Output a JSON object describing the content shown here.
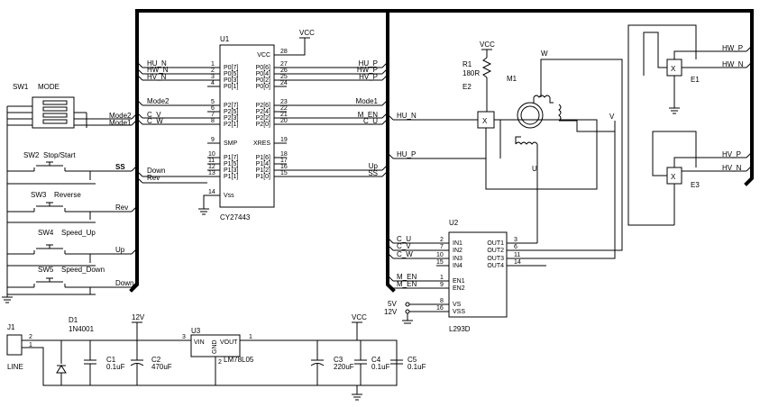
{
  "u1": {
    "ref": "U1",
    "part": "CY27443",
    "pins_left": [
      {
        "num": "1",
        "name": "P0[7]"
      },
      {
        "num": "2",
        "name": "P0[5]"
      },
      {
        "num": "3",
        "name": "P0[3]"
      },
      {
        "num": "4",
        "name": "P0[1]"
      },
      {
        "num": "5",
        "name": "P2[7]"
      },
      {
        "num": "6",
        "name": "P2[5]"
      },
      {
        "num": "7",
        "name": "P2[3]"
      },
      {
        "num": "8",
        "name": "P2[1]"
      },
      {
        "num": "9",
        "name": "SMP"
      },
      {
        "num": "10",
        "name": "P1[7]"
      },
      {
        "num": "11",
        "name": "P1[5]"
      },
      {
        "num": "12",
        "name": "P1[3]"
      },
      {
        "num": "13",
        "name": "P1[1]"
      },
      {
        "num": "14",
        "name": "Vss"
      }
    ],
    "pins_right": [
      {
        "num": "28",
        "name": "VCC"
      },
      {
        "num": "27",
        "name": "P0[6]"
      },
      {
        "num": "26",
        "name": "P0[4]"
      },
      {
        "num": "25",
        "name": "P0[2]"
      },
      {
        "num": "24",
        "name": "P0[0]"
      },
      {
        "num": "23",
        "name": "P2[6]"
      },
      {
        "num": "22",
        "name": "P2[4]"
      },
      {
        "num": "21",
        "name": "P2[2]"
      },
      {
        "num": "20",
        "name": "P2[0]"
      },
      {
        "num": "19",
        "name": "XRES"
      },
      {
        "num": "18",
        "name": "P1[6]"
      },
      {
        "num": "17",
        "name": "P1[4]"
      },
      {
        "num": "16",
        "name": "P1[2]"
      },
      {
        "num": "15",
        "name": "P1[0]"
      }
    ],
    "nets_left": [
      "HU_N",
      "HW_N",
      "HV_N",
      "Mode2",
      "C_V",
      "C_W",
      "Down",
      "Rev"
    ],
    "nets_right": [
      "HU_P",
      "HW_P",
      "HV_P",
      "Mode1",
      "M_EN",
      "C_U",
      "Up",
      "SS"
    ],
    "vcc": "VCC"
  },
  "switches": {
    "sw1_ref": "SW1",
    "sw1_label": "MODE",
    "sw1_nets": [
      "Mode2",
      "Mode1"
    ],
    "sw2_ref": "SW2",
    "sw2_label": "Stop/Start",
    "sw2_net": "SS",
    "sw3_ref": "SW3",
    "sw3_label": "Reverse",
    "sw3_net": "Rev",
    "sw4_ref": "SW4",
    "sw4_label": "Speed_Up",
    "sw4_net": "Up",
    "sw5_ref": "SW5",
    "sw5_label": "Speed_Down",
    "sw5_net": "Down"
  },
  "motor": {
    "r1_ref": "R1",
    "r1_value": "180R",
    "vcc": "VCC",
    "e2": "E2",
    "e1": "E1",
    "e3": "E3",
    "m1": "M1",
    "phase_w": "W",
    "phase_v": "V",
    "phase_u": "U",
    "e2_nets": [
      "HU_N",
      "HU_P"
    ],
    "e1_nets": [
      "HW_P",
      "HW_N"
    ],
    "e3_nets": [
      "HV_P",
      "HV_N"
    ]
  },
  "u2": {
    "ref": "U2",
    "part": "L293D",
    "pins_left": [
      {
        "num": "2",
        "name": "IN1",
        "net": "C_U"
      },
      {
        "num": "7",
        "name": "IN2",
        "net": "C_V"
      },
      {
        "num": "10",
        "name": "IN3",
        "net": "C_W"
      },
      {
        "num": "15",
        "name": "IN4",
        "net": ""
      },
      {
        "num": "1",
        "name": "EN1",
        "net": "M_EN"
      },
      {
        "num": "9",
        "name": "EN2",
        "net": "M_EN"
      },
      {
        "num": "8",
        "name": "VS",
        "net": "5V"
      },
      {
        "num": "16",
        "name": "VSS",
        "net": "12V"
      }
    ],
    "pins_right": [
      {
        "num": "3",
        "name": "OUT1"
      },
      {
        "num": "6",
        "name": "OUT2"
      },
      {
        "num": "11",
        "name": "OUT3"
      },
      {
        "num": "14",
        "name": "OUT4"
      }
    ]
  },
  "power": {
    "j1_ref": "J1",
    "j1_label": "LINE",
    "j1_pins": [
      "2",
      "1"
    ],
    "d1_ref": "D1",
    "d1_part": "1N4001",
    "c1_ref": "C1",
    "c1_value": "0.1uF",
    "c2_ref": "C2",
    "c2_value": "470uF",
    "v12": "12V",
    "u3_ref": "U3",
    "u3_part": "LM78L05",
    "u3_vin": "VIN",
    "u3_vout": "VOUT",
    "u3_gnd": "GND",
    "u3_pin_in": "3",
    "u3_pin_out": "1",
    "u3_pin_gnd": "2",
    "vcc": "VCC",
    "c3_ref": "C3",
    "c3_value": "220uF",
    "c4_ref": "C4",
    "c4_value": "0.1uF",
    "c5_ref": "C5",
    "c5_value": "0.1uF"
  }
}
